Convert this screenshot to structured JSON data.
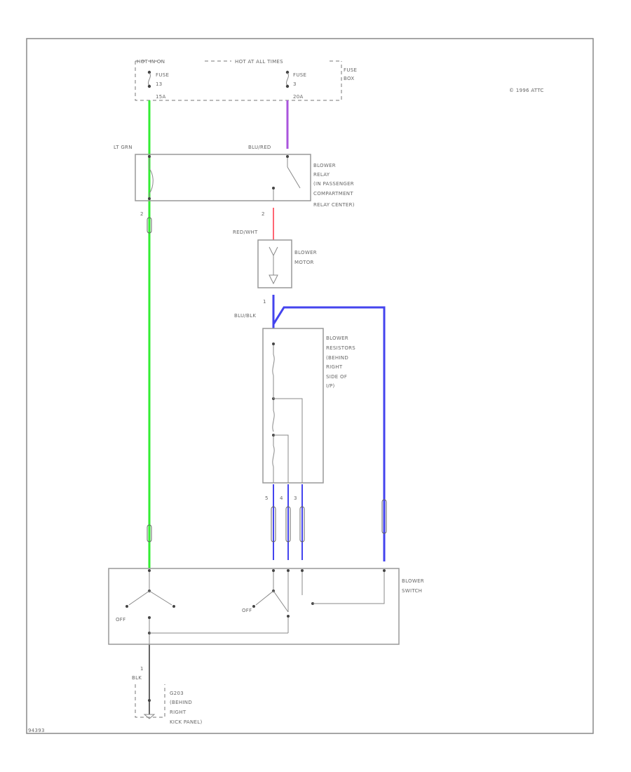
{
  "header": {
    "fuse_hot_run": "HOT IN ON",
    "fuse_hot_acc": "HOT AT ALL TIMES",
    "fuse_left_line1": "FUSE",
    "fuse_left_line2": "13",
    "fuse_left_line3": "15A",
    "fuse_right_line1": "FUSE",
    "fuse_right_line2": "3",
    "fuse_right_line3": "20A",
    "fuse_box_line1": "FUSE",
    "fuse_box_line2": "BOX",
    "copyright": "© 1996 ATTC"
  },
  "wires": {
    "lt_grn": "LT GRN",
    "blu_red": "BLU/RED",
    "red_wht": "RED/WHT",
    "blu_blk": "BLU/BLK",
    "blk": "BLK",
    "pin_2_left": "2",
    "pin_2_mid": "2",
    "pin_1_motor": "1",
    "pin_1_ground": "1",
    "pin_5": "5",
    "pin_4": "4",
    "pin_3": "3"
  },
  "components": {
    "relay_line1": "BLOWER",
    "relay_line2": "RELAY",
    "relay_line3": "(IN PASSENGER",
    "relay_line4": "COMPARTMENT",
    "relay_line5": "RELAY CENTER)",
    "motor_line1": "BLOWER",
    "motor_line2": "MOTOR",
    "resistors_line1": "BLOWER",
    "resistors_line2": "RESISTORS",
    "resistors_line3": "(BEHIND",
    "resistors_line4": "RIGHT",
    "resistors_line5": "SIDE OF",
    "resistors_line6": "I/P)",
    "switch_line1": "BLOWER",
    "switch_line2": "SWITCH",
    "switch_off_left": "OFF",
    "switch_off_right": "OFF",
    "ground_line1": "G203",
    "ground_line2": "(BEHIND",
    "ground_line3": "RIGHT",
    "ground_line4": "KICK PANEL)"
  },
  "footer": {
    "ref": "94393"
  },
  "colors": {
    "lt_grn": "#33ee33",
    "blu_red_top": "#aa55dd",
    "red_wht": "#ff3344",
    "blu": "#4444ee",
    "blk": "#666666"
  }
}
